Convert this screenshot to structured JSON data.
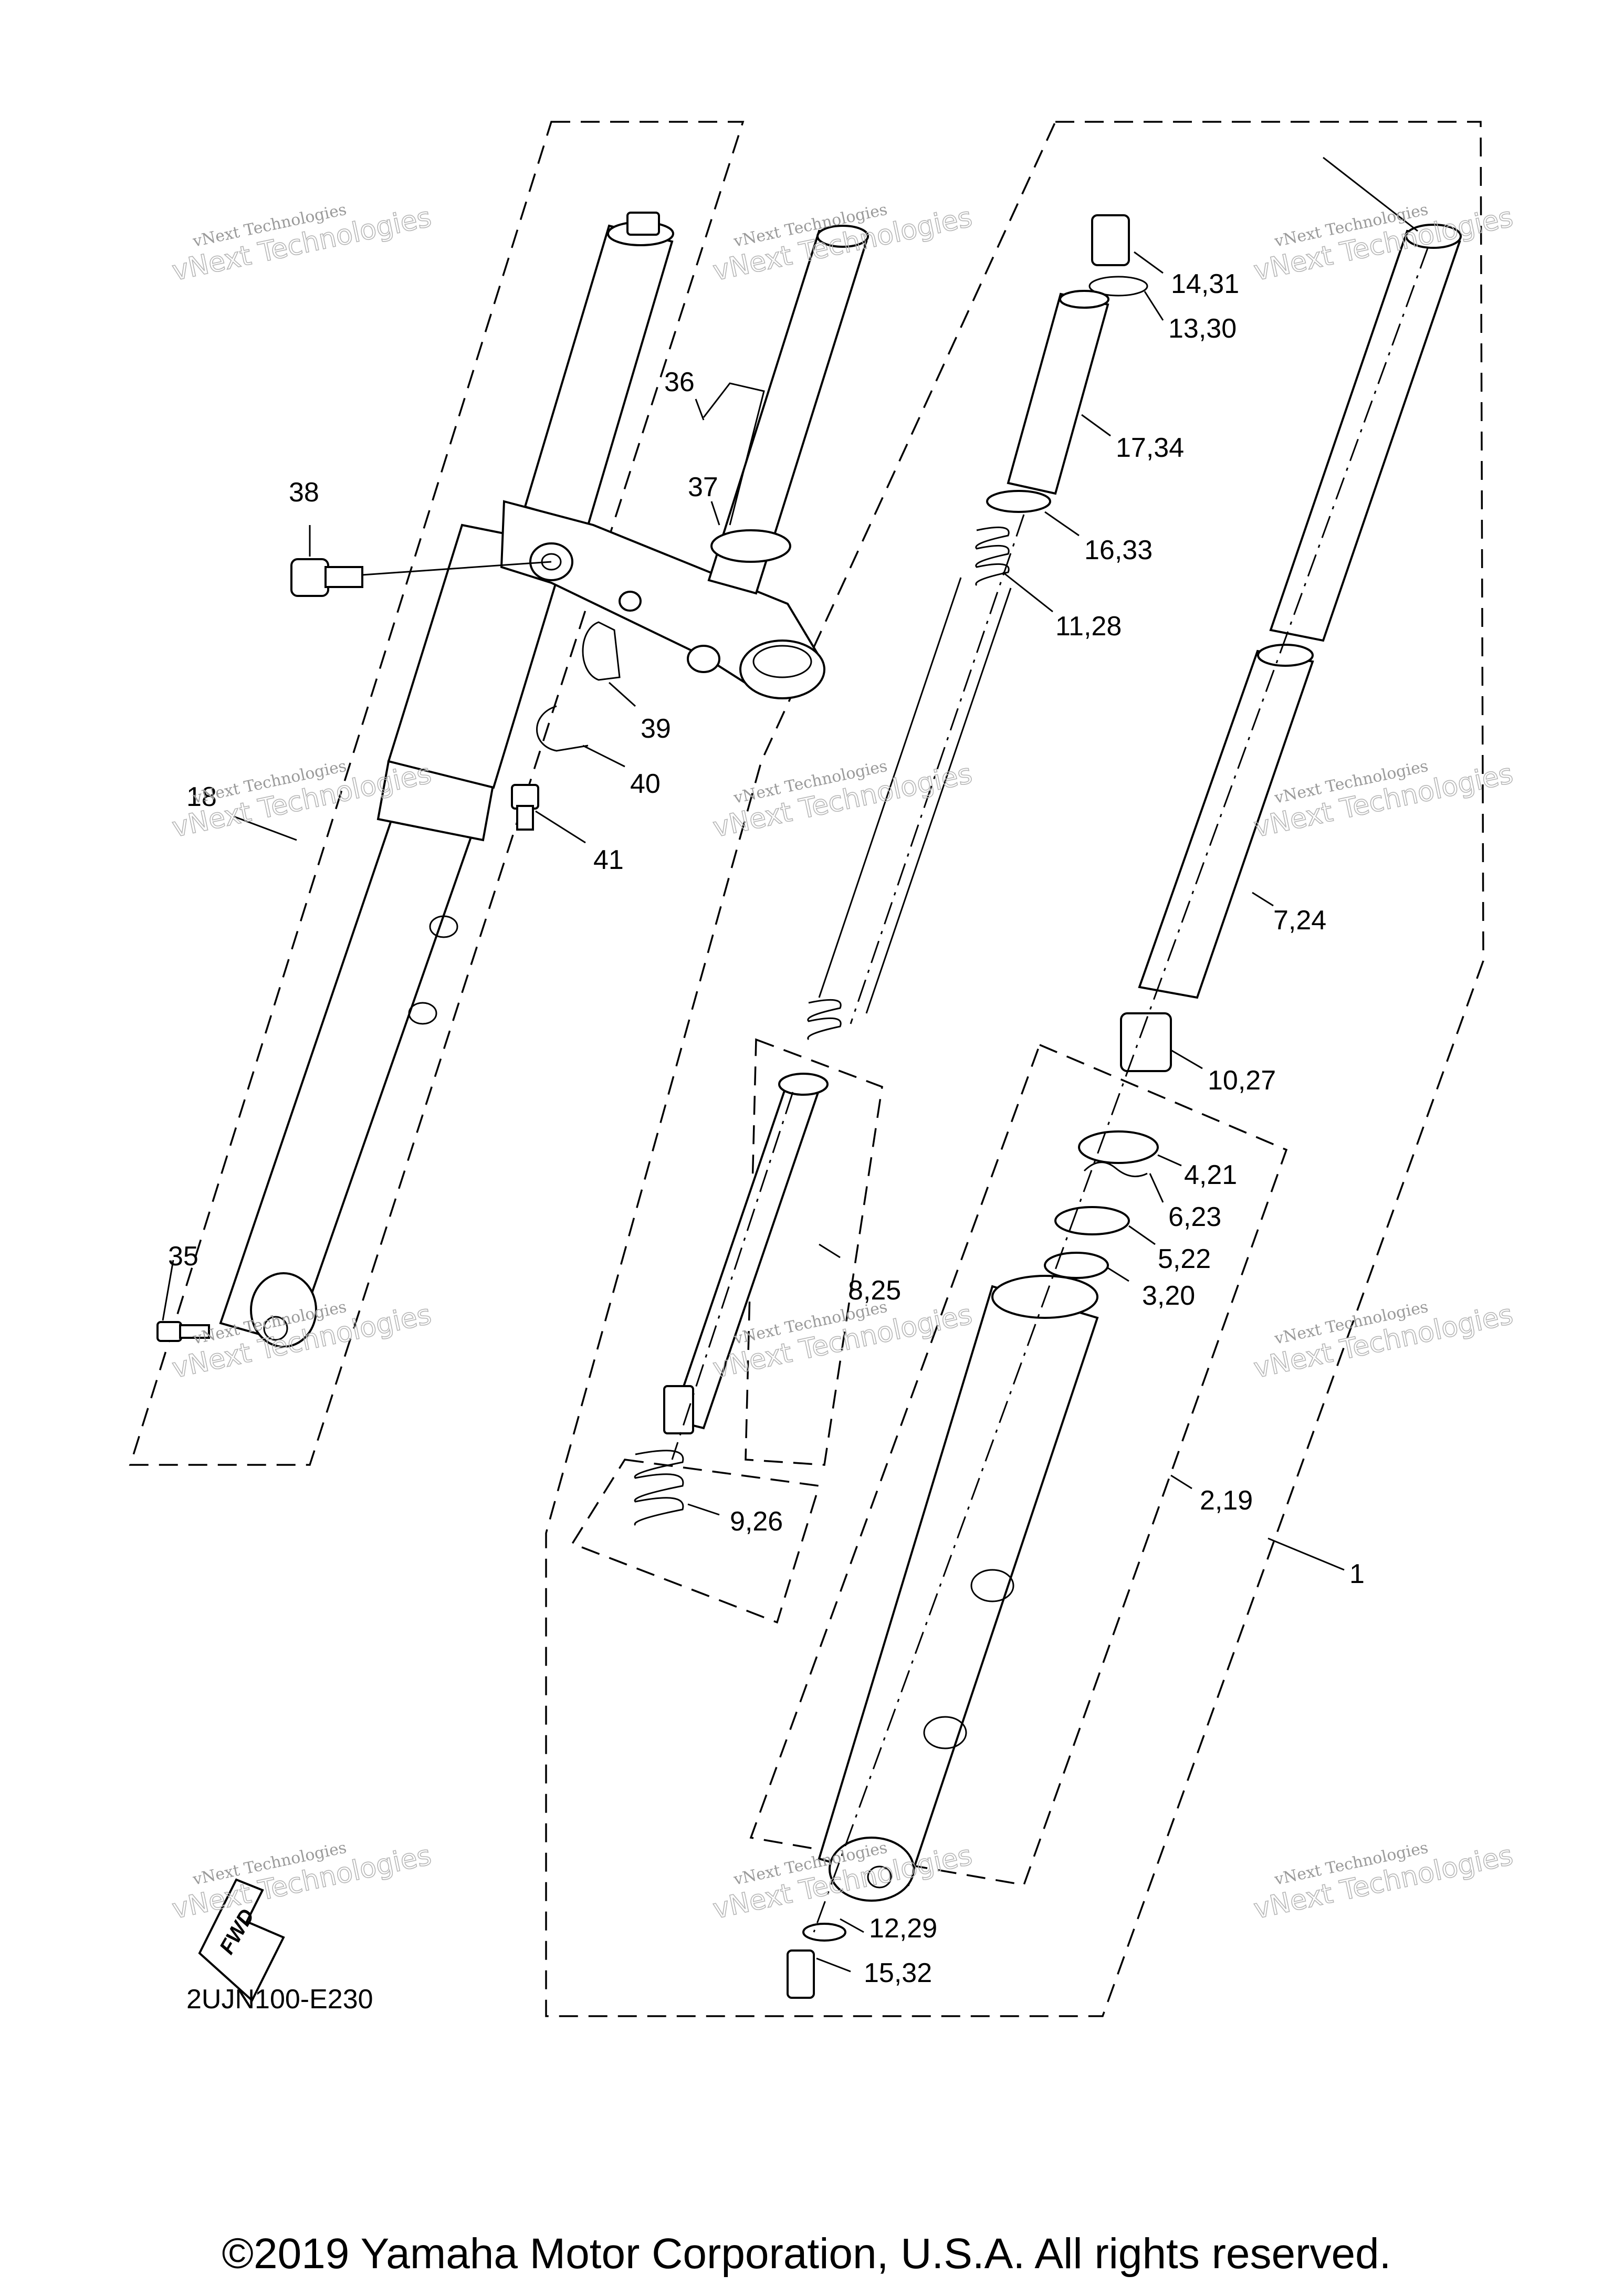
{
  "diagram_code": "2UJN100-E230",
  "copyright": "©2019 Yamaha Motor Corporation, U.S.A. All rights reserved.",
  "fwd_label": "FWD",
  "watermark": {
    "line1": "vNext Technologies",
    "line2": "vNext Technologies"
  },
  "callouts": {
    "c1": "1",
    "c2_19": "2,19",
    "c3_20": "3,20",
    "c4_21": "4,21",
    "c5_22": "5,22",
    "c6_23": "6,23",
    "c7_24": "7,24",
    "c8_25": "8,25",
    "c9_26": "9,26",
    "c10_27": "10,27",
    "c11_28": "11,28",
    "c12_29": "12,29",
    "c13_30": "13,30",
    "c14_31": "14,31",
    "c15_32": "15,32",
    "c16_33": "16,33",
    "c17_34": "17,34",
    "c18": "18",
    "c35": "35",
    "c36": "36",
    "c37": "37",
    "c38": "38",
    "c39": "39",
    "c40": "40",
    "c41": "41"
  }
}
